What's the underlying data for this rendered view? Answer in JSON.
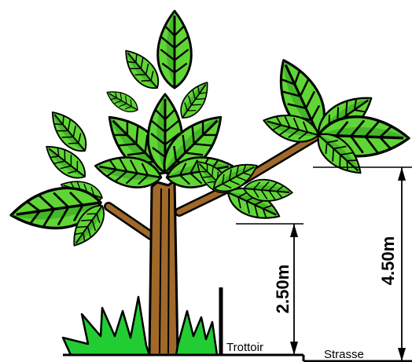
{
  "labels": {
    "sidewalk": "Trottoir",
    "street": "Strasse",
    "height_low": "2.50m",
    "height_high": "4.50m"
  },
  "colors": {
    "leaf_light": "#66dd33",
    "leaf_dark": "#117711",
    "trunk": "#a0692a",
    "grass": "#22cc33",
    "outline": "#000000"
  }
}
